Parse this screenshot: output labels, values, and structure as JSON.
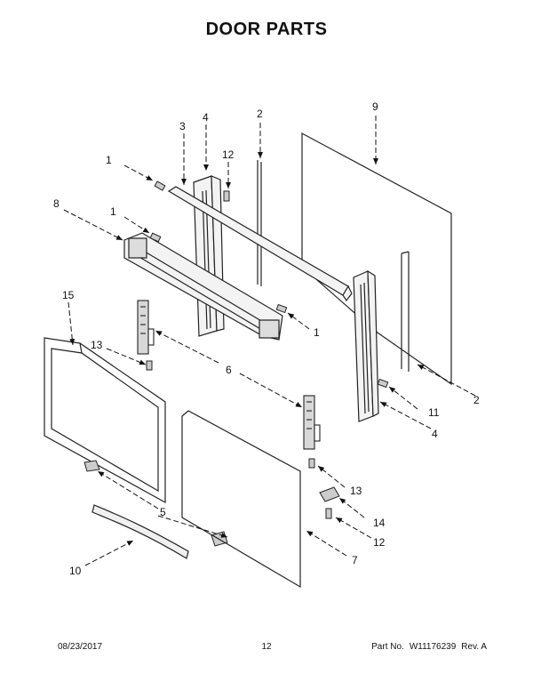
{
  "title": "DOOR PARTS",
  "callouts": {
    "c1a": "1",
    "c1b": "1",
    "c1c": "1",
    "c2a": "2",
    "c2b": "2",
    "c3": "3",
    "c4a": "4",
    "c4b": "4",
    "c5": "5",
    "c6": "6",
    "c7": "7",
    "c8": "8",
    "c9": "9",
    "c10": "10",
    "c11": "11",
    "c12a": "12",
    "c12b": "12",
    "c13a": "13",
    "c13b": "13",
    "c14": "14",
    "c15": "15"
  },
  "footer": {
    "date": "08/23/2017",
    "page": "12",
    "part_label": "Part No.",
    "part_number": "W11176239",
    "rev": "Rev. A"
  }
}
